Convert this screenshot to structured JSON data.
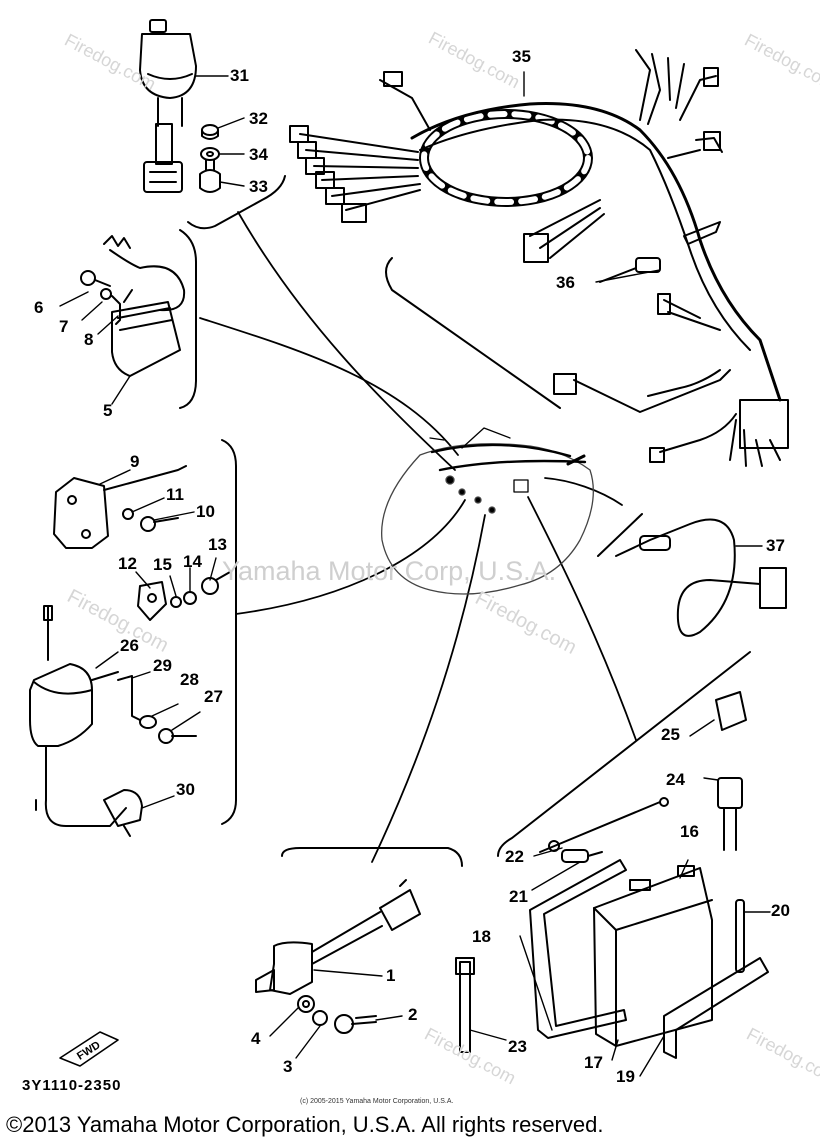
{
  "catalog_code": "3Y1110-2350",
  "copyright": "©2013 Yamaha Motor Corporation, U.S.A. All rights reserved.",
  "copyright_small": "(c) 2005-2015 Yamaha Motor Corporation, U.S.A.",
  "watermarks": {
    "main": "Yamaha Motor Corp, U.S.A.",
    "site": "Firedog.com"
  },
  "forward_marker": "FWD",
  "callouts": [
    "1",
    "2",
    "3",
    "4",
    "5",
    "6",
    "7",
    "8",
    "9",
    "10",
    "11",
    "12",
    "13",
    "14",
    "15",
    "16",
    "17",
    "18",
    "19",
    "20",
    "21",
    "22",
    "23",
    "24",
    "25",
    "26",
    "27",
    "28",
    "29",
    "30",
    "31",
    "32",
    "33",
    "34",
    "35",
    "36",
    "37"
  ],
  "colors": {
    "line": "#000000",
    "watermark": "#cfcfcf"
  }
}
